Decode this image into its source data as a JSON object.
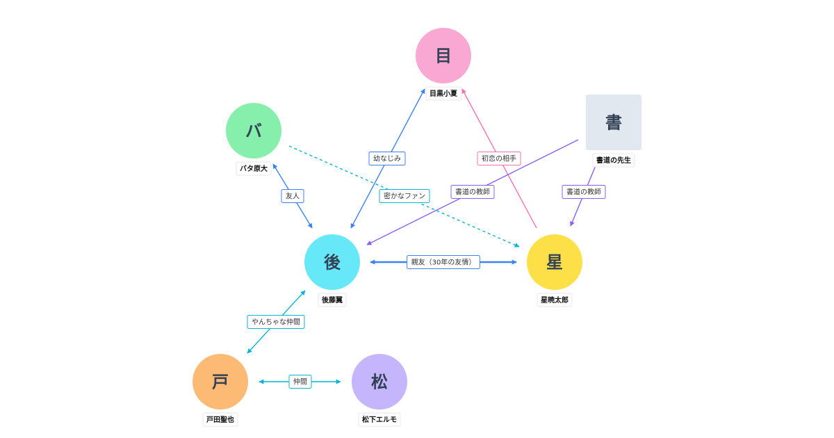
{
  "nodes": [
    {
      "id": "meguro",
      "glyph": "目",
      "name": "目黒小夏",
      "color": "#f9a8d4",
      "shape": "circle"
    },
    {
      "id": "bata",
      "glyph": "バ",
      "name": "バタ原大",
      "color": "#86efac",
      "shape": "circle"
    },
    {
      "id": "sho",
      "glyph": "書",
      "name": "書道の先生",
      "color": "#e2e8f0",
      "shape": "square"
    },
    {
      "id": "goto",
      "glyph": "後",
      "name": "後藤翼",
      "color": "#67e8f9",
      "shape": "circle"
    },
    {
      "id": "hoshi",
      "glyph": "星",
      "name": "星暁太郎",
      "color": "#fde047",
      "shape": "circle"
    },
    {
      "id": "toda",
      "glyph": "戸",
      "name": "戸田聖也",
      "color": "#fdba74",
      "shape": "circle"
    },
    {
      "id": "matsu",
      "glyph": "松",
      "name": "松下エルモ",
      "color": "#c4b5fd",
      "shape": "circle"
    }
  ],
  "edges": [
    {
      "id": "e1",
      "label": "幼なじみ",
      "from": "goto",
      "to": "meguro",
      "color": "#3b82f6",
      "style": "solid",
      "arrows": "both",
      "weight": "normal"
    },
    {
      "id": "e2",
      "label": "初恋の相手",
      "from": "hoshi",
      "to": "meguro",
      "color": "#f472b6",
      "style": "solid",
      "arrows": "end",
      "weight": "normal"
    },
    {
      "id": "e3",
      "label": "友人",
      "from": "bata",
      "to": "goto",
      "color": "#3b82f6",
      "style": "solid",
      "arrows": "both",
      "weight": "normal"
    },
    {
      "id": "e4",
      "label": "密かなファン",
      "from": "bata",
      "to": "hoshi",
      "color": "#06b6d4",
      "style": "dashed",
      "arrows": "end",
      "weight": "normal"
    },
    {
      "id": "e5",
      "label": "書道の教師",
      "from": "sho",
      "to": "goto",
      "color": "#8b5cf6",
      "style": "solid",
      "arrows": "end",
      "weight": "normal"
    },
    {
      "id": "e6",
      "label": "書道の教師",
      "from": "sho",
      "to": "hoshi",
      "color": "#8b5cf6",
      "style": "solid",
      "arrows": "end",
      "weight": "normal"
    },
    {
      "id": "e7",
      "label": "親友（30年の友情）",
      "from": "goto",
      "to": "hoshi",
      "color": "#3b82f6",
      "style": "solid",
      "arrows": "both",
      "weight": "bold"
    },
    {
      "id": "e8",
      "label": "やんちゃな仲間",
      "from": "goto",
      "to": "toda",
      "color": "#06b6d4",
      "style": "solid",
      "arrows": "both",
      "weight": "normal"
    },
    {
      "id": "e9",
      "label": "仲間",
      "from": "toda",
      "to": "matsu",
      "color": "#06b6d4",
      "style": "solid",
      "arrows": "both",
      "weight": "normal"
    }
  ]
}
